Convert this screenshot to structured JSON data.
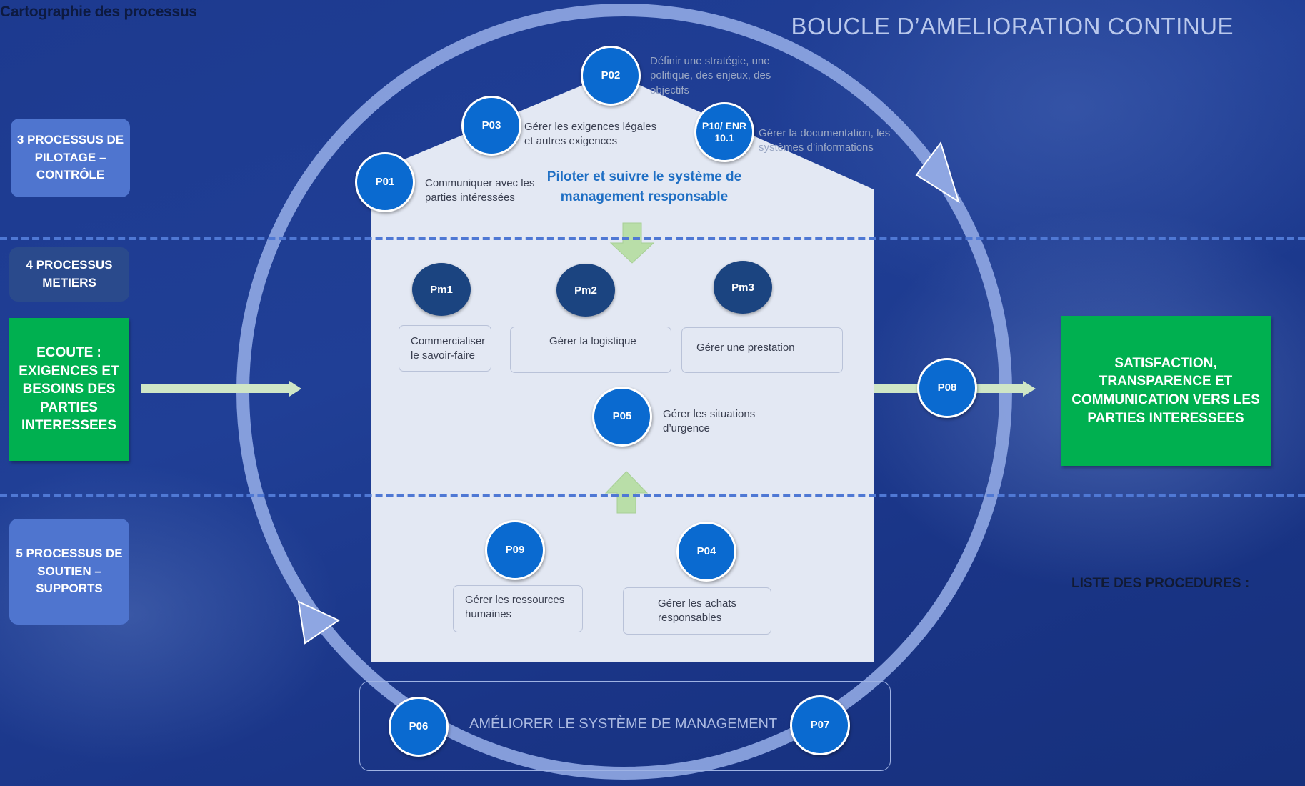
{
  "title": "Cartographie des processus",
  "loop_title": "BOUCLE D’AMELIORATION CONTINUE",
  "colors": {
    "house": "#e3e8f3",
    "node": "#0a6ad0",
    "pm": "#1b4480",
    "green": "#00b050",
    "loop": "#8ea6e2",
    "dash": "#4f78d4",
    "side_dark": "#2a4a8c",
    "side_light": "#4f75cf"
  },
  "left_panel": {
    "pilotage": "3 PROCESSUS DE PILOTAGE – CONTRÔLE",
    "metiers": "4 PROCESSUS METIERS",
    "ecoute": "ECOUTE : EXIGENCES ET BESOINS DES PARTIES INTERESSEES",
    "soutien": "5 PROCESSUS DE SOUTIEN – SUPPORTS"
  },
  "right_panel": {
    "satisfaction": "SATISFACTION, TRANSPARENCE ET COMMUNICATION VERS LES PARTIES INTERESSEES",
    "procedures": "LISTE DES PROCEDURES :"
  },
  "pilotage": {
    "center": "Piloter et suivre le système de management responsable",
    "nodes": [
      {
        "id": "P01",
        "text": "Communiquer avec les parties intéressées"
      },
      {
        "id": "P03",
        "text": "Gérer les exigences légales et autres exigences"
      },
      {
        "id": "P02",
        "text": "Définir une stratégie, une politique, des enjeux, des objectifs"
      },
      {
        "id": "P10/ ENR 10.1",
        "text": "Gérer la documentation, les systèmes d’informations"
      }
    ]
  },
  "metiers": {
    "nodes": [
      {
        "id": "Pm1",
        "text": "Commercialiser le savoir-faire"
      },
      {
        "id": "Pm2",
        "text": "Gérer la logistique"
      },
      {
        "id": "Pm3",
        "text": "Gérer une prestation"
      }
    ],
    "urgence": {
      "id": "P05",
      "text": "Gérer les situations d’urgence"
    }
  },
  "support": {
    "nodes": [
      {
        "id": "P09",
        "text": "Gérer les ressources humaines"
      },
      {
        "id": "P04",
        "text": "Gérer les achats responsables"
      }
    ]
  },
  "output_node": "P08",
  "improvement": {
    "label": "AMÉLIORER LE SYSTÈME DE MANAGEMENT",
    "left": "P06",
    "right": "P07"
  }
}
